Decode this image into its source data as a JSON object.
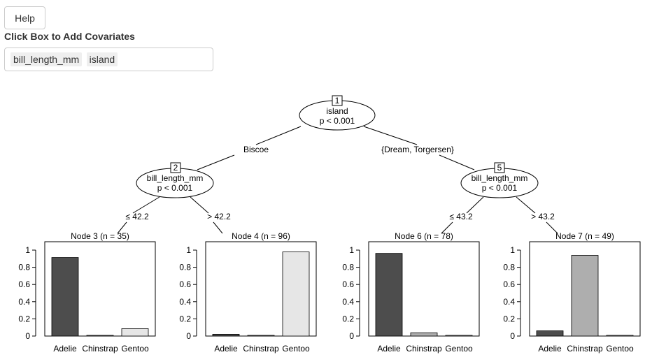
{
  "help_button": {
    "label": "Help"
  },
  "covariates": {
    "label": "Click Box to Add Covariates",
    "chips": [
      "bill_length_mm",
      "island"
    ]
  },
  "tree": {
    "inner_nodes": [
      {
        "id": "1",
        "variable": "island",
        "pvalue": "p < 0.001"
      },
      {
        "id": "2",
        "variable": "bill_length_mm",
        "pvalue": "p < 0.001"
      },
      {
        "id": "5",
        "variable": "bill_length_mm",
        "pvalue": "p < 0.001"
      }
    ],
    "edge_labels": [
      "Biscoe",
      "{Dream, Torgersen}",
      "≤ 42.2",
      "> 42.2",
      "≤ 43.2",
      "> 43.2"
    ]
  },
  "chart_data": [
    {
      "type": "bar",
      "title": "Node 3 (n = 35)",
      "categories": [
        "Adelie",
        "Chinstrap",
        "Gentoo"
      ],
      "values": [
        0.914,
        0.0,
        0.086
      ],
      "ylim": [
        0,
        1
      ],
      "yticks": [
        "0",
        "0.2",
        "0.4",
        "0.6",
        "0.8",
        "1"
      ],
      "colors": [
        "#4d4d4d",
        "#aeaeae",
        "#e6e6e6"
      ]
    },
    {
      "type": "bar",
      "title": "Node 4 (n = 96)",
      "categories": [
        "Adelie",
        "Chinstrap",
        "Gentoo"
      ],
      "values": [
        0.021,
        0.0,
        0.979
      ],
      "ylim": [
        0,
        1
      ],
      "yticks": [
        "0",
        "0.2",
        "0.4",
        "0.6",
        "0.8",
        "1"
      ],
      "colors": [
        "#4d4d4d",
        "#aeaeae",
        "#e6e6e6"
      ]
    },
    {
      "type": "bar",
      "title": "Node 6 (n = 78)",
      "categories": [
        "Adelie",
        "Chinstrap",
        "Gentoo"
      ],
      "values": [
        0.962,
        0.038,
        0.0
      ],
      "ylim": [
        0,
        1
      ],
      "yticks": [
        "0",
        "0.2",
        "0.4",
        "0.6",
        "0.8",
        "1"
      ],
      "colors": [
        "#4d4d4d",
        "#aeaeae",
        "#e6e6e6"
      ]
    },
    {
      "type": "bar",
      "title": "Node 7 (n = 49)",
      "categories": [
        "Adelie",
        "Chinstrap",
        "Gentoo"
      ],
      "values": [
        0.061,
        0.939,
        0.0
      ],
      "ylim": [
        0,
        1
      ],
      "yticks": [
        "0",
        "0.2",
        "0.4",
        "0.6",
        "0.8",
        "1"
      ],
      "colors": [
        "#4d4d4d",
        "#aeaeae",
        "#e6e6e6"
      ]
    }
  ]
}
